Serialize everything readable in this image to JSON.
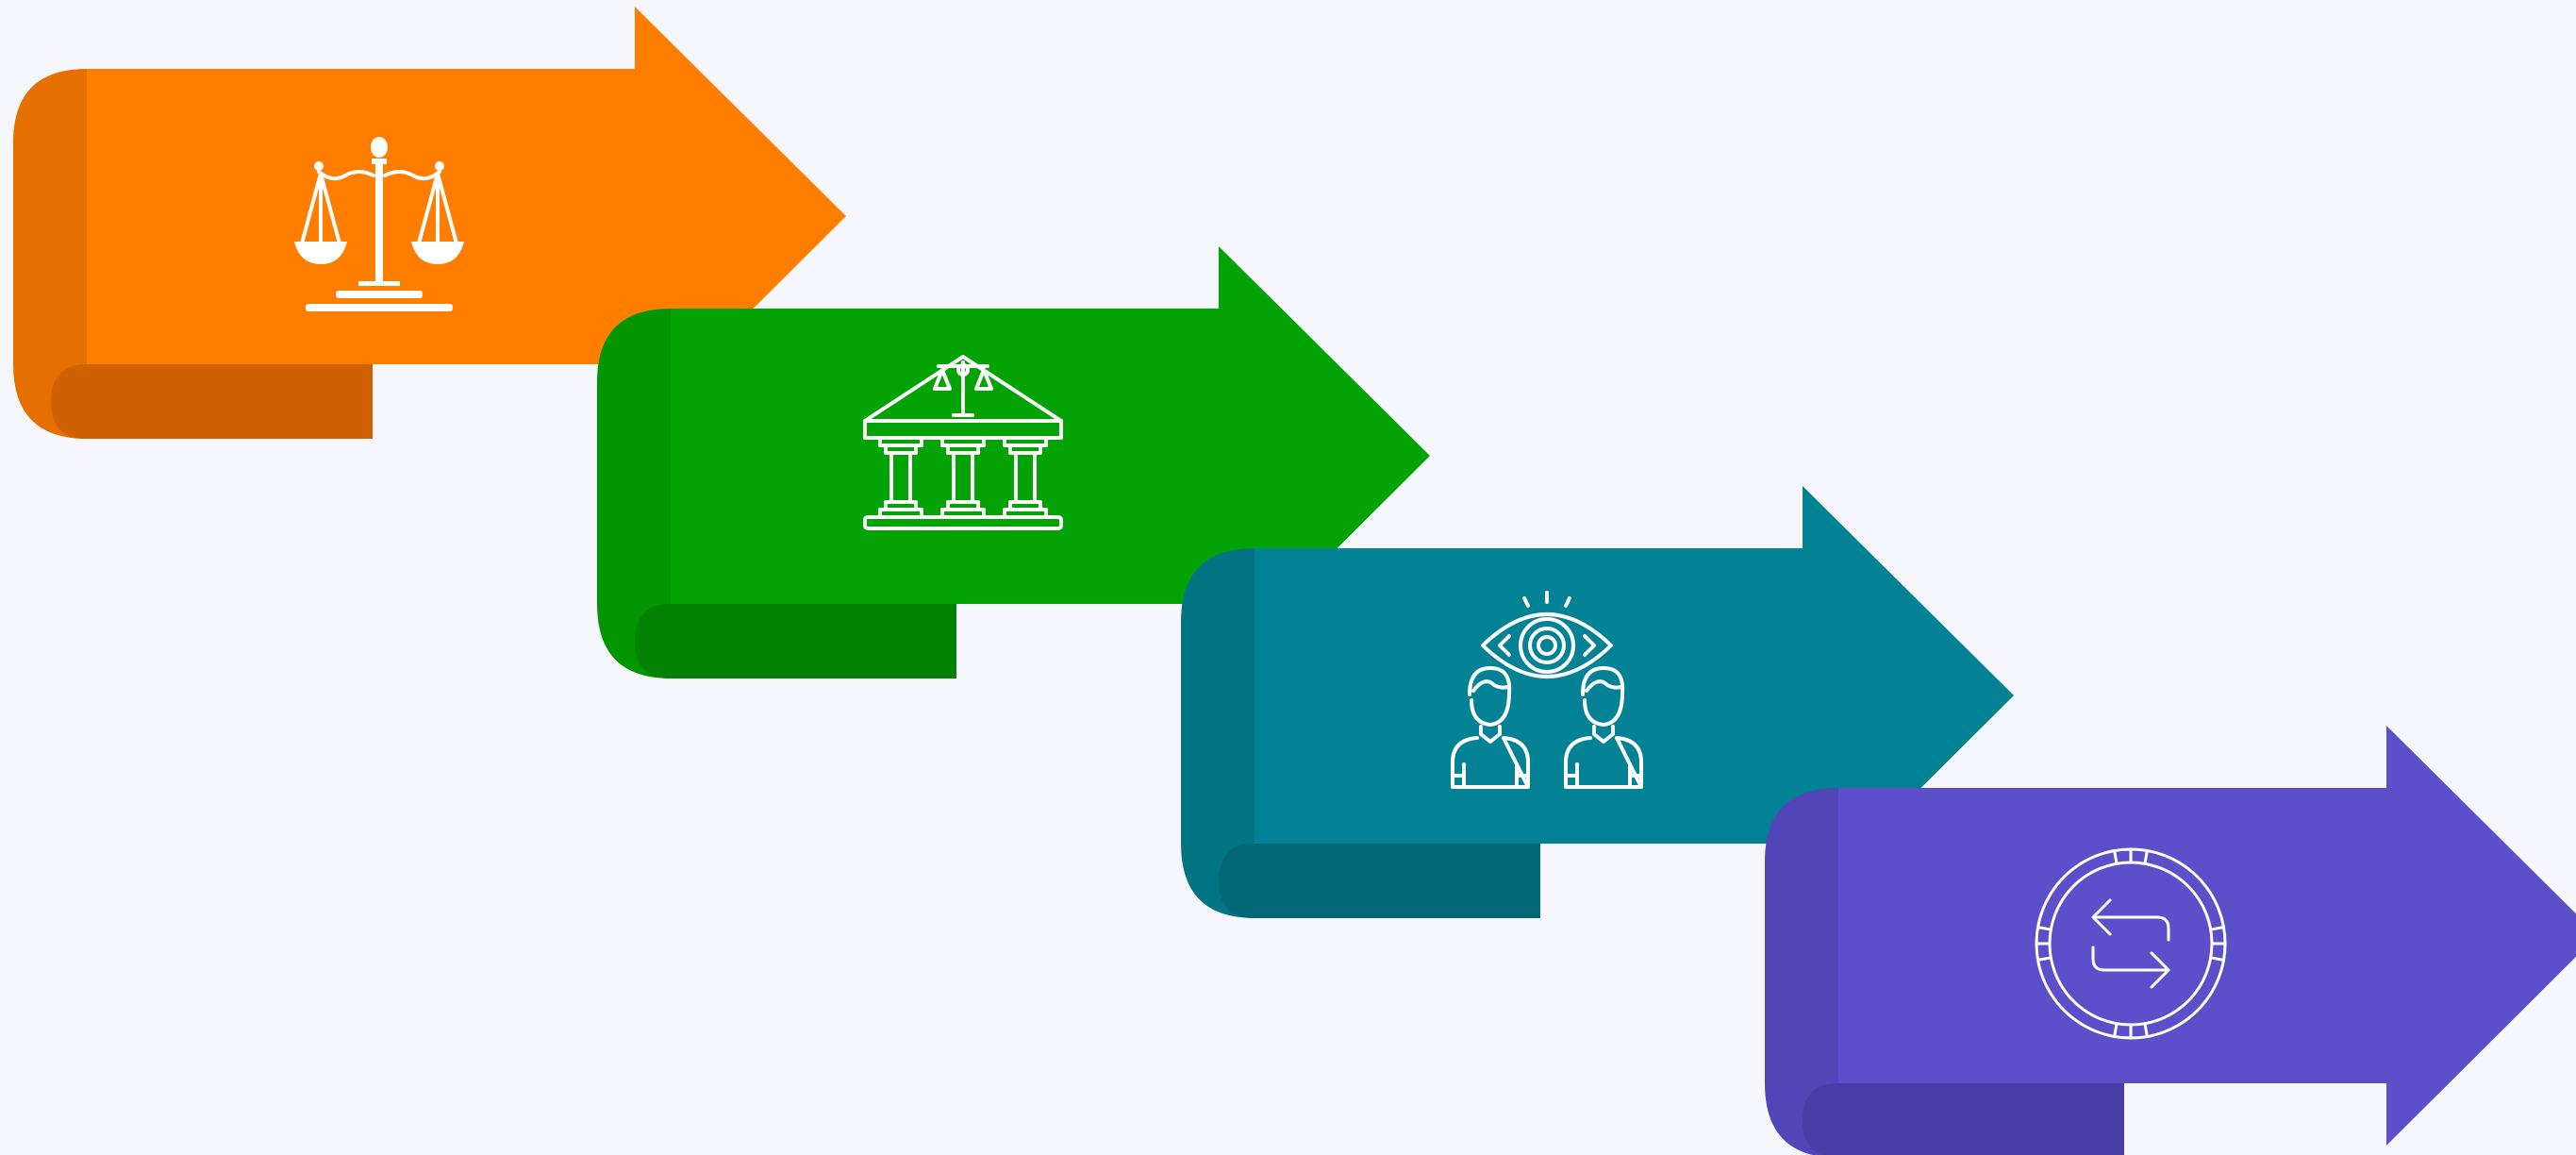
{
  "steps": [
    {
      "name": "justice",
      "icon": "scales-of-justice-icon",
      "main": "#ff7e00",
      "dark": "#e57000",
      "fold": "#cf6100"
    },
    {
      "name": "courthouse",
      "icon": "courthouse-icon",
      "main": "#04a305",
      "dark": "#029502",
      "fold": "#028202"
    },
    {
      "name": "oversight",
      "icon": "people-eye-icon",
      "main": "#028294",
      "dark": "#027483",
      "fold": "#026878"
    },
    {
      "name": "exchange",
      "icon": "coin-exchange-icon",
      "main": "#5b4fca",
      "dark": "#5145b8",
      "fold": "#483da6"
    }
  ]
}
